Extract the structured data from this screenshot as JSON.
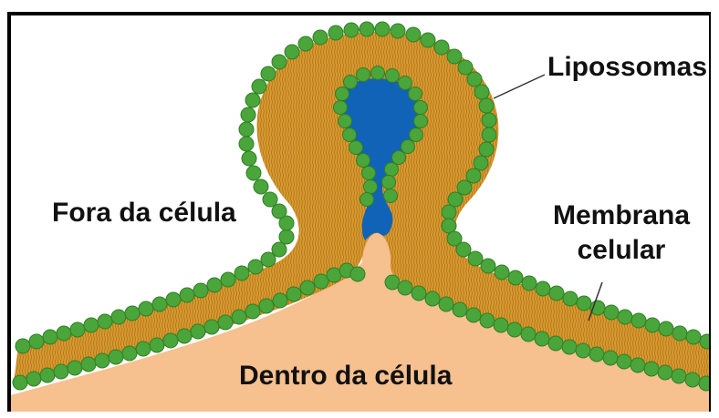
{
  "labels": {
    "liposomes": "Lipossomas",
    "outside": "Fora da célula",
    "membrane_line1": "Membrana",
    "membrane_line2": "celular",
    "inside": "Dentro da célula"
  },
  "colors": {
    "head": "#4aa53a",
    "head_dark": "#2f7f26",
    "tail": "#d69a2e",
    "tail_line": "#b87820",
    "cytoplasm": "#f6c08f",
    "vesicle_content": "#1163b8",
    "frame": "#000000",
    "leader_line": "#333333"
  }
}
